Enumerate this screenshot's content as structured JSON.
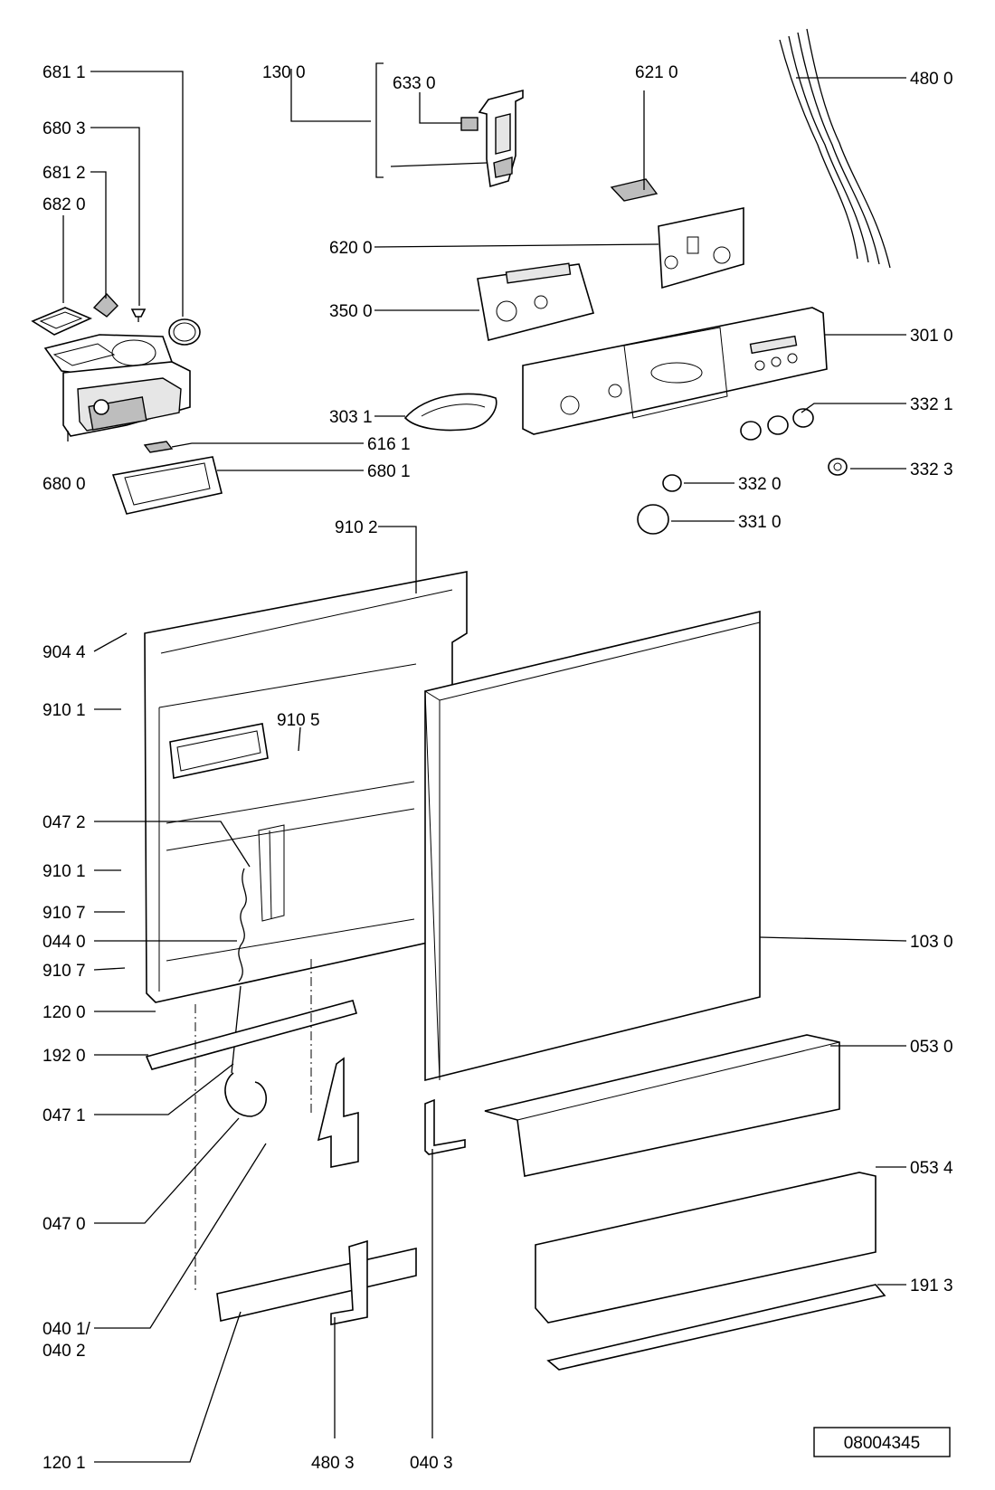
{
  "drawing_number": "08004345",
  "labels": {
    "l6811": "681 1",
    "l6803": "680 3",
    "l6812": "681 2",
    "l6820": "682 0",
    "l6800": "680 0",
    "l6161": "616 1",
    "l6801": "680 1",
    "l1300": "130 0",
    "l6330": "633 0",
    "l6210": "621 0",
    "l4800": "480 0",
    "l6200": "620 0",
    "l3500": "350 0",
    "l3010": "301 0",
    "l3031": "303 1",
    "l3321": "332 1",
    "l3323": "332 3",
    "l3320": "332 0",
    "l3310": "331 0",
    "l9102": "910 2",
    "l9044": "904 4",
    "l9101a": "910 1",
    "l9105": "910 5",
    "l0472": "047 2",
    "l9101b": "910 1",
    "l9107a": "910 7",
    "l0440": "044 0",
    "l9107b": "910 7",
    "l1200": "120 0",
    "l1920": "192 0",
    "l0471": "047 1",
    "l0470": "047 0",
    "l0401": "040 1/",
    "l0402": "040 2",
    "l1201": "120 1",
    "l4803": "480 3",
    "l0403": "040 3",
    "l1030": "103 0",
    "l0530": "053 0",
    "l0534": "053 4",
    "l1913": "191 3"
  }
}
